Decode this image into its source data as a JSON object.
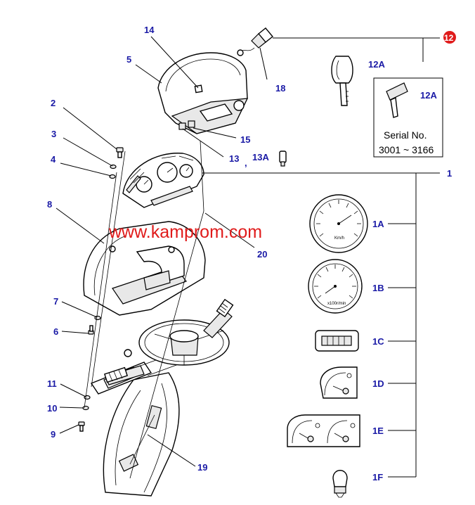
{
  "watermark": "www.kamprom.com",
  "serial": {
    "line1": "Serial No.",
    "line2": "3001 ~ 3166"
  },
  "callouts": {
    "c14": "14",
    "c5": "5",
    "c2": "2",
    "c3": "3",
    "c4": "4",
    "c8": "8",
    "c18": "18",
    "c15": "15",
    "c13": "13",
    "c13a": "13A",
    "c13sep": ",",
    "c12": "12",
    "c12a_top": "12A",
    "c12a_box": "12A",
    "c1": "1",
    "c1a": "1A",
    "c1b": "1B",
    "c1c": "1C",
    "c1d": "1D",
    "c1e": "1E",
    "c1f": "1F",
    "c20": "20",
    "c7": "7",
    "c6": "6",
    "c11": "11",
    "c10": "10",
    "c9": "9",
    "c19": "19"
  },
  "gauge_text": {
    "speed_unit": "Km/h",
    "tach_unit": "x100r/min"
  },
  "colors": {
    "callout": "#1a1aa6",
    "watermark": "#e01b1b",
    "badge": "#e01b1b"
  }
}
